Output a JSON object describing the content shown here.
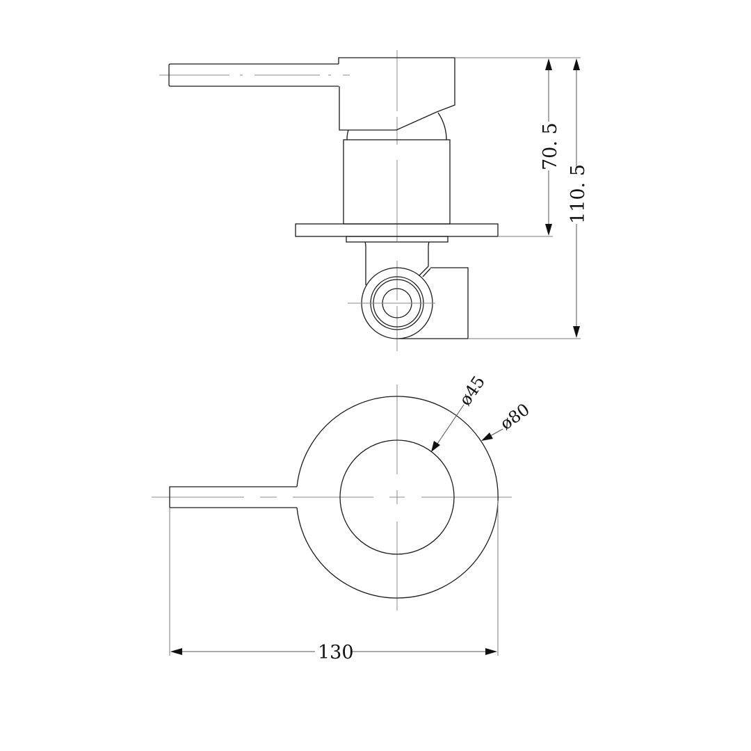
{
  "drawing": {
    "subject": "Wall mixer technical drawing",
    "views": [
      {
        "name": "side-view",
        "label": ""
      },
      {
        "name": "front-view",
        "label": ""
      }
    ],
    "colors": {
      "line": "#1a1a1a",
      "centerline": "#8a8a8a",
      "dimension": "#555555",
      "background": "#ffffff"
    }
  },
  "dimensions": {
    "height_to_plate": "70. 5",
    "total_height": "110. 5",
    "inner_diameter": "ø45",
    "outer_diameter": "ø80",
    "overall_width": "130"
  }
}
